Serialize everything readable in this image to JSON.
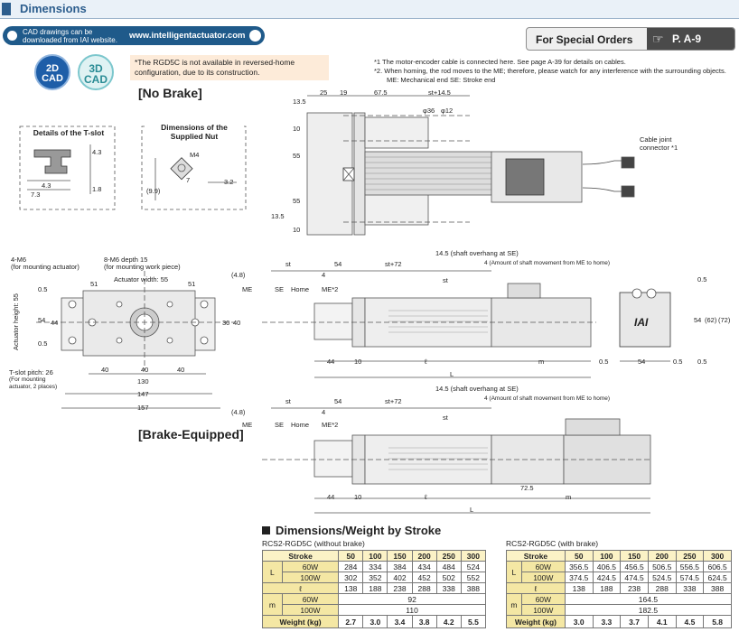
{
  "header": {
    "title": "Dimensions"
  },
  "cad": {
    "text": "CAD drawings can be downloaded from IAI website.",
    "url": "www.intelligentactuator.com",
    "badge_2d": "2D CAD",
    "badge_3d": "3D CAD"
  },
  "warning": "*The RGD5C is not available in reversed-home configuration, due to its construction.",
  "special_orders": {
    "label": "For Special Orders",
    "page": "P. A-9"
  },
  "notes": [
    "*1    The motor-encoder cable is connected here. See page A-39 for details on cables.",
    "*2.   When homing, the rod moves to the ME; therefore, please watch for any interference with the surrounding objects.",
    "ME: Mechanical end      SE: Stroke end"
  ],
  "sections": {
    "no_brake": "[No Brake]",
    "brake": "[Brake-Equipped]"
  },
  "tslot": {
    "title": "Details of the T-slot",
    "d1": "4.3",
    "d2": "4.3",
    "d3": "7.3",
    "d4": "1.8"
  },
  "nut": {
    "title": "Dimensions of the Supplied Nut",
    "thread": "M4",
    "d1": "7",
    "d2": "3.2",
    "d3": "(9.9)"
  },
  "front": {
    "m6": "4-M6",
    "m6_note": "(for mounting actuator)",
    "m8": "8-M6 depth 15",
    "m8_note": "(for mounting work piece)",
    "width": "Actuator width: 55",
    "height": "Actuator height: 55",
    "tslot_pitch": "T-slot pitch: 26",
    "tslot_note": "(For mounting actuator, 2 places)",
    "d51a": "51",
    "d51b": "51",
    "d05a": "0.5",
    "d05b": "0.5",
    "d54": "54",
    "d44": "44",
    "d30": "30",
    "d40v": "40",
    "d40a": "40",
    "d40b": "40",
    "d40c": "40",
    "d130": "130",
    "d147": "147",
    "d157": "157"
  },
  "top_view": {
    "d25": "25",
    "d19": "19",
    "d675": "67.5",
    "dst145": "st+14.5",
    "d135a": "13.5",
    "d135b": "13.5",
    "d10a": "10",
    "d10b": "10",
    "d55a": "55",
    "d55b": "55",
    "phi36": "φ36",
    "phi12": "φ12",
    "cable": "Cable joint connector *1"
  },
  "side_nb": {
    "d48": "(4.8)",
    "st1": "st",
    "d54": "54",
    "st72": "st+72",
    "overhang": "14.5 (shaft overhang at SE)",
    "st2": "st",
    "move": "4 (Amount of shaft movement from ME to home)",
    "me": "ME",
    "se": "SE",
    "home": "Home",
    "me2": "ME*2",
    "d4": "4",
    "d44": "44",
    "d10": "10",
    "ell": "ℓ",
    "m": "m",
    "L": "L"
  },
  "end_view": {
    "d05a": "0.5",
    "d54a": "54",
    "d05b": "0.5",
    "d05c": "0.5",
    "d54v": "54",
    "d62": "(62)",
    "d72": "(72)",
    "d05d": "0.5",
    "logo": "IAI"
  },
  "side_b": {
    "d48": "(4.8)",
    "st1": "st",
    "d54": "54",
    "st72": "st+72",
    "overhang": "14.5 (shaft overhang at SE)",
    "st2": "st",
    "move": "4 (Amount of shaft movement from ME to home)",
    "me": "ME",
    "se": "SE",
    "home": "Home",
    "me2": "ME*2",
    "d4": "4",
    "d44": "44",
    "d10": "10",
    "ell": "ℓ",
    "d725": "72.5",
    "m": "m",
    "L": "L"
  },
  "dw_title": "Dimensions/Weight by Stroke",
  "table_nb": {
    "caption": "RCS2-RGD5C (without brake)",
    "stroke_label": "Stroke",
    "strokes": [
      "50",
      "100",
      "150",
      "200",
      "250",
      "300"
    ],
    "L_label": "L",
    "L60_label": "60W",
    "L60": [
      "284",
      "334",
      "384",
      "434",
      "484",
      "524"
    ],
    "L100_label": "100W",
    "L100": [
      "302",
      "352",
      "402",
      "452",
      "502",
      "552"
    ],
    "ell_label": "ℓ",
    "ell": [
      "138",
      "188",
      "238",
      "288",
      "338",
      "388"
    ],
    "m_label": "m",
    "m60_label": "60W",
    "m60": "92",
    "m100_label": "100W",
    "m100": "110",
    "weight_label": "Weight (kg)",
    "weight": [
      "2.7",
      "3.0",
      "3.4",
      "3.8",
      "4.2",
      "5.5"
    ]
  },
  "table_b": {
    "caption": "RCS2-RGD5C (with brake)",
    "stroke_label": "Stroke",
    "strokes": [
      "50",
      "100",
      "150",
      "200",
      "250",
      "300"
    ],
    "L_label": "L",
    "L60_label": "60W",
    "L60": [
      "356.5",
      "406.5",
      "456.5",
      "506.5",
      "556.5",
      "606.5"
    ],
    "L100_label": "100W",
    "L100": [
      "374.5",
      "424.5",
      "474.5",
      "524.5",
      "574.5",
      "624.5"
    ],
    "ell_label": "ℓ",
    "ell": [
      "138",
      "188",
      "238",
      "288",
      "338",
      "388"
    ],
    "m_label": "m",
    "m60_label": "60W",
    "m60": "164.5",
    "m100_label": "100W",
    "m100": "182.5",
    "weight_label": "Weight (kg)",
    "weight": [
      "3.0",
      "3.3",
      "3.7",
      "4.1",
      "4.5",
      "5.8"
    ]
  }
}
